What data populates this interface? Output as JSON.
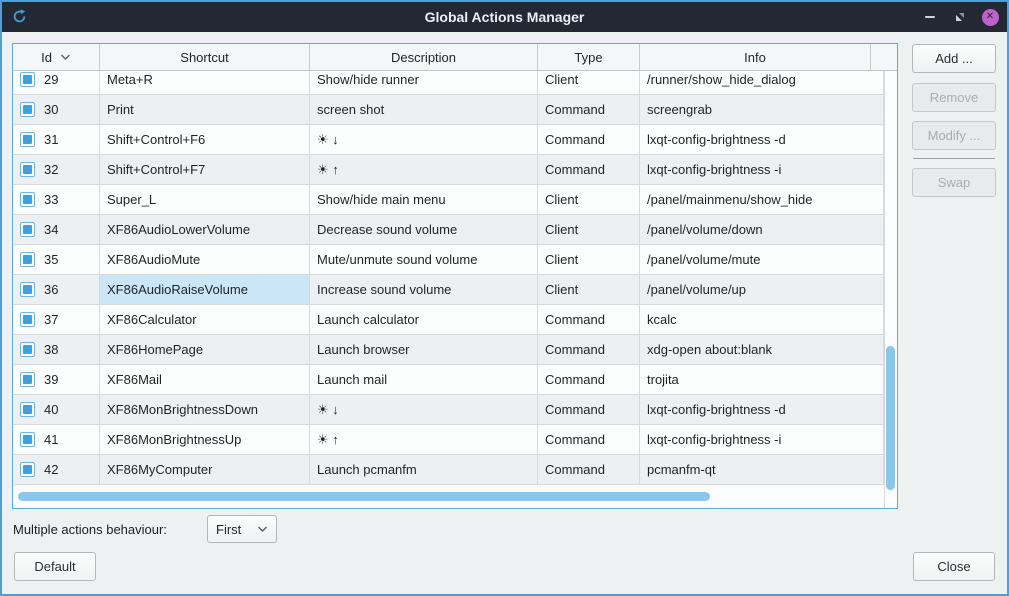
{
  "window": {
    "title": "Global Actions Manager",
    "icons": {
      "window_icon": "circular-arrow",
      "minimize_icon": "dash",
      "restore_icon": "restore-triangle",
      "close_icon": "✕"
    }
  },
  "colors": {
    "accent_blue": "#3ea0dc",
    "titlebar_bg": "#232833",
    "window_border": "#4ba0d9",
    "close_button": "#c061cb",
    "selection_bg": "#cbe6f7",
    "scrollbar_thumb": "#89c7ee"
  },
  "table": {
    "columns": [
      {
        "key": "id",
        "label": "Id",
        "sorted": true
      },
      {
        "key": "shortcut",
        "label": "Shortcut",
        "sorted": false
      },
      {
        "key": "description",
        "label": "Description",
        "sorted": false
      },
      {
        "key": "type",
        "label": "Type",
        "sorted": false
      },
      {
        "key": "info",
        "label": "Info",
        "sorted": false
      }
    ],
    "selection": {
      "row_id": "36",
      "column": "shortcut"
    },
    "rows": [
      {
        "checked": true,
        "id": "29",
        "shortcut": "Meta+R",
        "description": "Show/hide runner",
        "type": "Client",
        "info": "/runner/show_hide_dialog"
      },
      {
        "checked": true,
        "id": "30",
        "shortcut": "Print",
        "description": "screen shot",
        "type": "Command",
        "info": "screengrab"
      },
      {
        "checked": true,
        "id": "31",
        "shortcut": "Shift+Control+F6",
        "description": "☀ ↓",
        "type": "Command",
        "info": "lxqt-config-brightness -d"
      },
      {
        "checked": true,
        "id": "32",
        "shortcut": "Shift+Control+F7",
        "description": "☀ ↑",
        "type": "Command",
        "info": "lxqt-config-brightness -i"
      },
      {
        "checked": true,
        "id": "33",
        "shortcut": "Super_L",
        "description": "Show/hide main menu",
        "type": "Client",
        "info": "/panel/mainmenu/show_hide"
      },
      {
        "checked": true,
        "id": "34",
        "shortcut": "XF86AudioLowerVolume",
        "description": "Decrease sound volume",
        "type": "Client",
        "info": "/panel/volume/down"
      },
      {
        "checked": true,
        "id": "35",
        "shortcut": "XF86AudioMute",
        "description": "Mute/unmute sound volume",
        "type": "Client",
        "info": "/panel/volume/mute"
      },
      {
        "checked": true,
        "id": "36",
        "shortcut": "XF86AudioRaiseVolume",
        "description": "Increase sound volume",
        "type": "Client",
        "info": "/panel/volume/up"
      },
      {
        "checked": true,
        "id": "37",
        "shortcut": "XF86Calculator",
        "description": "Launch calculator",
        "type": "Command",
        "info": "kcalc"
      },
      {
        "checked": true,
        "id": "38",
        "shortcut": "XF86HomePage",
        "description": "Launch browser",
        "type": "Command",
        "info": "xdg-open about:blank"
      },
      {
        "checked": true,
        "id": "39",
        "shortcut": "XF86Mail",
        "description": "Launch mail",
        "type": "Command",
        "info": "trojita"
      },
      {
        "checked": true,
        "id": "40",
        "shortcut": "XF86MonBrightnessDown",
        "description": "☀ ↓",
        "type": "Command",
        "info": "lxqt-config-brightness -d"
      },
      {
        "checked": true,
        "id": "41",
        "shortcut": "XF86MonBrightnessUp",
        "description": "☀ ↑",
        "type": "Command",
        "info": "lxqt-config-brightness -i"
      },
      {
        "checked": true,
        "id": "42",
        "shortcut": "XF86MyComputer",
        "description": "Launch pcmanfm",
        "type": "Command",
        "info": "pcmanfm-qt"
      }
    ]
  },
  "side_buttons": [
    {
      "label": "Add ...",
      "enabled": true
    },
    {
      "label": "Remove",
      "enabled": false
    },
    {
      "label": "Modify ...",
      "enabled": false
    },
    {
      "label": "Swap",
      "enabled": false
    }
  ],
  "footer": {
    "behaviour_label": "Multiple actions behaviour:",
    "behaviour_value": "First",
    "default_label": "Default",
    "close_label": "Close"
  }
}
